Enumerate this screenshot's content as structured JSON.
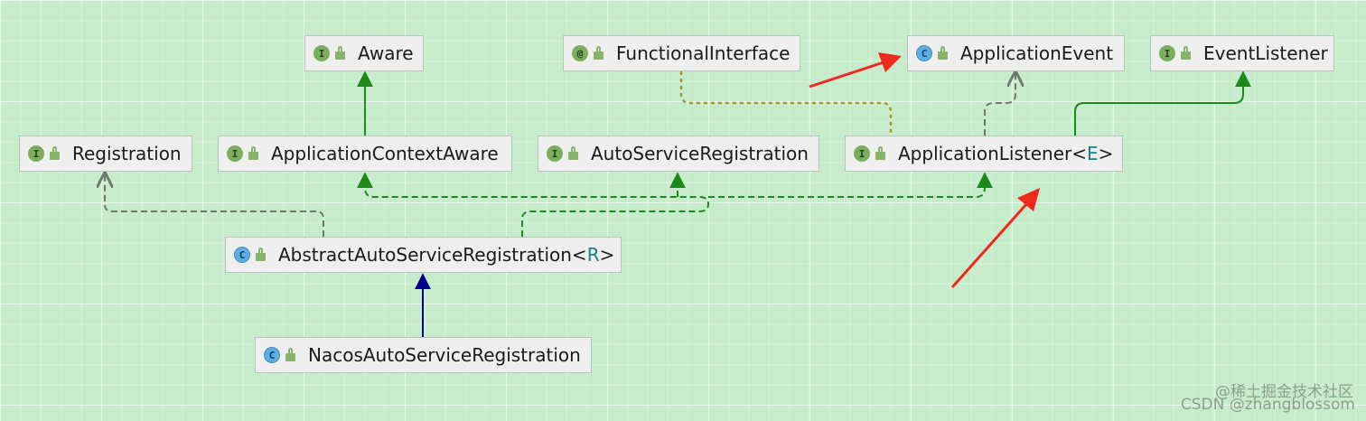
{
  "nodes": {
    "aware": {
      "kind": "I",
      "name": "Aware"
    },
    "functional_interface": {
      "kind": "@",
      "name": "FunctionalInterface"
    },
    "application_event": {
      "kind": "C",
      "name": "ApplicationEvent"
    },
    "event_listener": {
      "kind": "I",
      "name": "EventListener"
    },
    "registration": {
      "kind": "I",
      "name": "Registration"
    },
    "application_context_aware": {
      "kind": "I",
      "name": "ApplicationContextAware"
    },
    "auto_service_registration": {
      "kind": "I",
      "name": "AutoServiceRegistration"
    },
    "application_listener": {
      "kind": "I",
      "name": "ApplicationListener",
      "type_open": "<",
      "type_param": "E",
      "type_close": ">"
    },
    "abstract_auto_service_registration": {
      "kind": "C",
      "name": "AbstractAutoServiceRegistration",
      "type_open": "<",
      "type_param": "R",
      "type_close": ">"
    },
    "nacos_auto_service_registration": {
      "kind": "C",
      "name": "NacosAutoServiceRegistration"
    }
  },
  "colors": {
    "background": "#c7eccb",
    "extends_solid": "#1a8a1a",
    "implements_dashed": "#1a8a1a",
    "class_extends": "#00008b",
    "gray_dashed": "#6b7a6b",
    "annotation_dotted": "#a09a28",
    "highlight_arrow": "#f0281e",
    "type_param": "#177f8f"
  },
  "watermark": {
    "line1": "@稀土掘金技术社区",
    "line2": "CSDN @zhangblossom"
  }
}
